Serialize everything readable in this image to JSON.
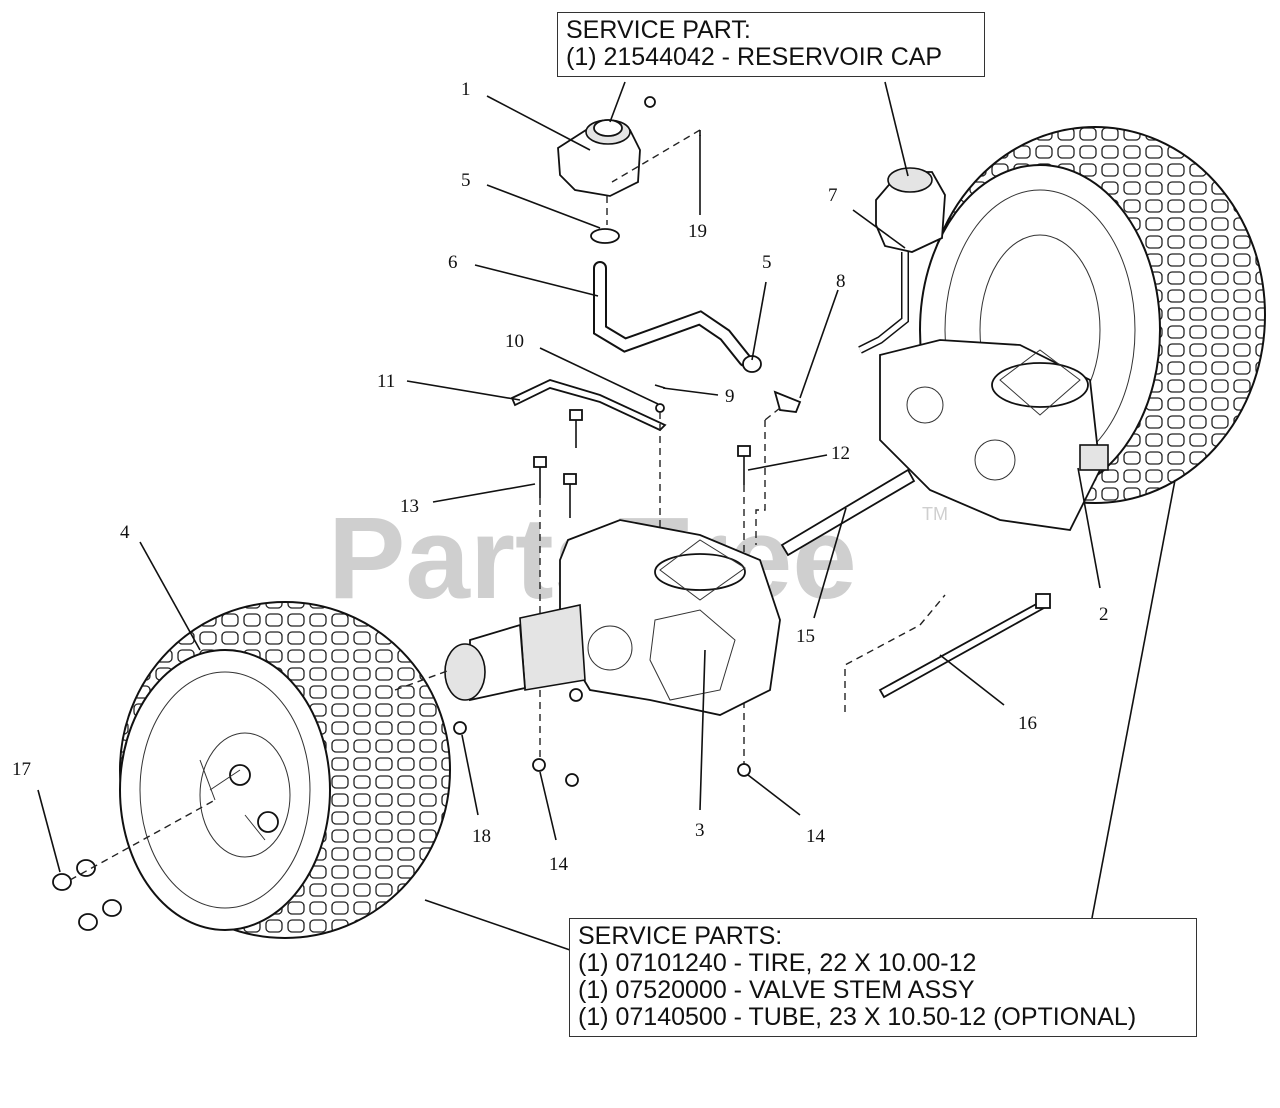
{
  "watermark": {
    "text": "PartsTree",
    "tm": "TM"
  },
  "callouts": {
    "reservoir_cap": [
      "SERVICE PART:",
      "(1) 21544042 - RESERVOIR CAP"
    ],
    "tire": [
      "SERVICE PARTS:",
      "(1) 07101240 - TIRE, 22 X 10.00-12",
      "(1) 07520000 - VALVE STEM ASSY",
      "(1) 07140500 - TUBE, 23 X 10.50-12 (OPTIONAL)"
    ]
  },
  "part_numbers": {
    "n1": "1",
    "n2": "2",
    "n3": "3",
    "n4": "4",
    "n5a": "5",
    "n5b": "5",
    "n6": "6",
    "n7": "7",
    "n8": "8",
    "n9": "9",
    "n10": "10",
    "n11": "11",
    "n12": "12",
    "n13": "13",
    "n14a": "14",
    "n14b": "14",
    "n15": "15",
    "n16": "16",
    "n17": "17",
    "n18": "18",
    "n19": "19"
  }
}
